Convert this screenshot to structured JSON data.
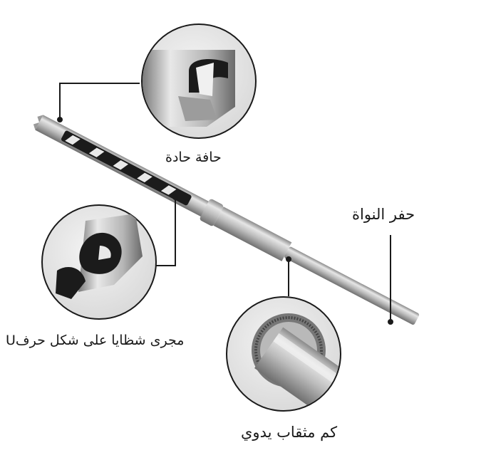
{
  "callouts": {
    "sharp_edge": "حافة حادة",
    "shank": "حفر النواة",
    "chip_groove": "مجرى شظايا على شكل حرفU",
    "drill_sleeve": "كم مثقاب يدوي"
  },
  "colors": {
    "background": "#ffffff",
    "leader_line": "#1a1a1a",
    "steel_light": "#e3e3e3",
    "steel_mid": "#b9b9b9",
    "steel_dark": "#6f6f6f",
    "bit_black": "#1b1b1b"
  }
}
